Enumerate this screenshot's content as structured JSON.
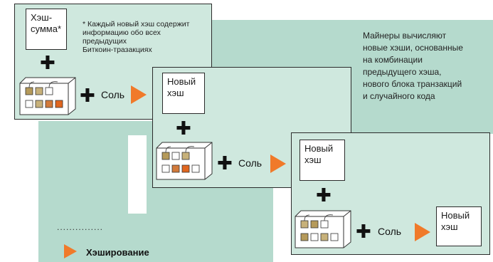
{
  "stages": [
    {
      "box_text": "Хэш-\nсумма*",
      "salt_label": "Соль"
    },
    {
      "box_text": "Новый\nхэш",
      "salt_label": "Соль"
    },
    {
      "box_text": "Новый\nхэш",
      "salt_label": "Соль"
    },
    {
      "box_text": "Новый\nхэш"
    }
  ],
  "footnote": "* Каждый новый хэш содержит\nинформацию обо всех\nпредыдущих\nБиткоин-тразакциях",
  "side_text": "Майнеры вычисляют\nновые хэши, основанные\nна комбинации\nпредыдущего хэша,\nнового блока транзакций\nи случайного кода",
  "legend": {
    "dots": "...............",
    "label": "Хэширование"
  },
  "colors": {
    "accent": "#f07a2a",
    "panel": "#cfe8de",
    "background_shape": "#b5dacd"
  }
}
